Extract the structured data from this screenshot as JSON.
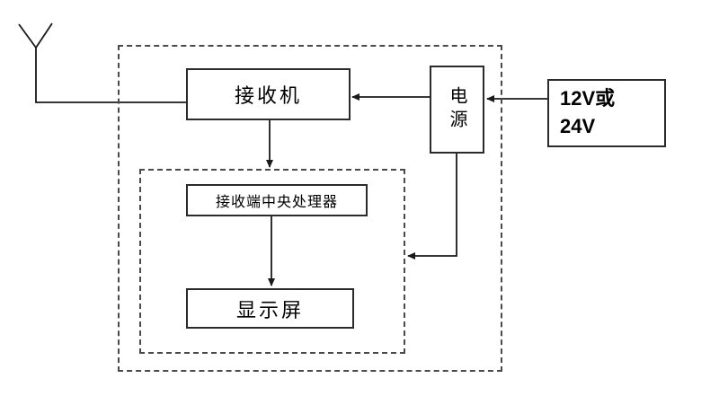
{
  "diagram": {
    "nodes": {
      "receiver": {
        "label": "接收机"
      },
      "power": {
        "label": "电源"
      },
      "voltage": {
        "label": "12V或\n24V"
      },
      "cpu": {
        "label": "接收端中央处理器"
      },
      "display": {
        "label": "显示屏"
      }
    },
    "icons": {
      "antenna": "antenna-icon"
    },
    "edges": [
      {
        "from": "antenna",
        "to": "receiver",
        "arrow": false
      },
      {
        "from": "power",
        "to": "receiver",
        "arrow": true
      },
      {
        "from": "voltage",
        "to": "power",
        "arrow": true
      },
      {
        "from": "receiver",
        "to": "cpu",
        "arrow": true
      },
      {
        "from": "cpu",
        "to": "display",
        "arrow": true
      },
      {
        "from": "power",
        "to": "inner-boundary",
        "arrow": true
      }
    ],
    "boundaries": {
      "outer": "receiver-unit-dashed-boundary",
      "inner": "processing-display-dashed-boundary"
    },
    "colors": {
      "line": "#1a1a1a",
      "border": "#2b2b2b",
      "dash": "#4a4a4a",
      "text": "#000000",
      "background": "#ffffff"
    }
  }
}
